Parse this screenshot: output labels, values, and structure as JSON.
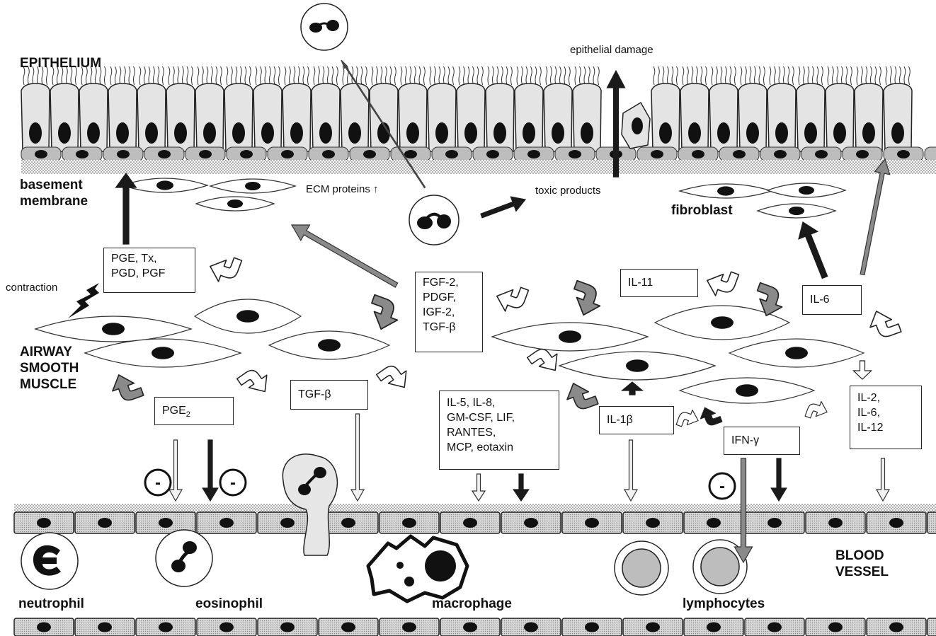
{
  "labels": {
    "epithelium": "EPITHELIUM",
    "basement_membrane": [
      "basement",
      "membrane"
    ],
    "epithelial_damage": "epithelial damage",
    "ecm_proteins": "ECM proteins ↑",
    "toxic_products": "toxic products",
    "fibroblast": "fibroblast",
    "contraction": "contraction",
    "airway_smooth_muscle": [
      "AIRWAY",
      "SMOOTH",
      "MUSCLE"
    ],
    "blood_vessel": [
      "BLOOD",
      "VESSEL"
    ],
    "neutrophil": "neutrophil",
    "eosinophil": "eosinophil",
    "macrophage": "macrophage",
    "lymphocytes": "lymphocytes"
  },
  "boxes": {
    "prostanoids": [
      "PGE, Tx,",
      "PGD, PGF"
    ],
    "growth_factors": [
      "FGF-2,",
      "PDGF,",
      "IGF-2,",
      "TGF-β"
    ],
    "il11": "IL-11",
    "il6": "IL-6",
    "pge2": "PGE",
    "pge2_sub": "2",
    "tgf_beta": "TGF-β",
    "chemokines": [
      "IL-5, IL-8,",
      "GM-CSF, LIF,",
      "RANTES,",
      "MCP, eotaxin"
    ],
    "il1b": "IL-1β",
    "ifn_gamma": "IFN-γ",
    "il_2_6_12": [
      "IL-2,",
      "IL-6,",
      "IL-12"
    ]
  },
  "inhibition_symbol": "-",
  "colors": {
    "cell_fill": "#e4e4e4",
    "nucleus": "#111111",
    "gray_arrow": "#8a8a8a",
    "dark_arrow": "#1a1a1a",
    "light_arrow": "#f2f2f2"
  }
}
